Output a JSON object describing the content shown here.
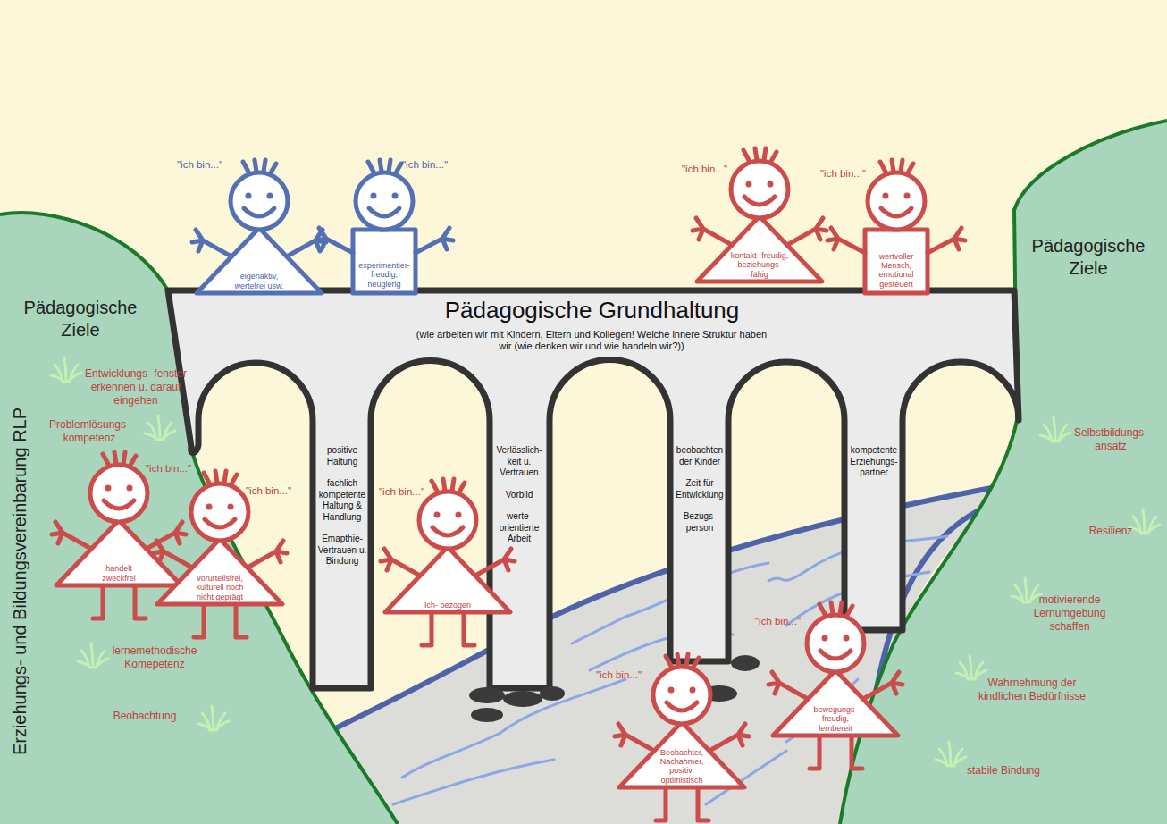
{
  "diagram": {
    "nodes": [
      {
        "text": [
          "\"ich bin...\"",
          "eigenaktiv, wertefrei usw."
        ]
      },
      {
        "text": [
          "\"ich bin...\"",
          "experimentier- freudig, neugierig"
        ]
      },
      {
        "text": [
          "\"ich bin...\"",
          "kontakt- freudig, beziehungs- fähig"
        ]
      },
      {
        "text": [
          "\"ich bin...\"",
          "wertvoller Mensch, emotional gesteuert"
        ]
      },
      {
        "text": [
          "Pädagogische Grundhaltung",
          "(wie arbeiten wir mit Kindern, Eltern und Kollegen! Welche innere Struktur haben wir (wie denken wir und wie handeln wir?))"
        ]
      },
      {
        "text": [
          "positive Haltung",
          "fachlich kompetente Haltung & Handlung",
          "Emapthie- Vertrauen u. Bindung"
        ],
        "in": 4
      },
      {
        "text": [
          "Verlässlich- keit u. Vertrauen",
          "Vorbild",
          "werte- orientierte Arbeit"
        ],
        "in": 4
      },
      {
        "text": [
          "beobachten der Kinder",
          "Zeit für Entwicklung",
          "Bezugs- person"
        ],
        "in": 4
      },
      {
        "text": [
          "kompetente Erziehungs- partner"
        ],
        "in": 4
      },
      {
        "text": [
          "\"ich bin...\"",
          "handelt zweckfrei"
        ]
      },
      {
        "text": [
          "\"ich bin...\"",
          "vorurteilsfrei, kulturell noch nicht geprägt"
        ]
      },
      {
        "text": [
          "\"ich bin...\"",
          "Ich- bezogen"
        ]
      },
      {
        "text": [
          "\"ich bin...\"",
          "Beobachter, Nachahmer, positiv, optimistisch"
        ]
      },
      {
        "text": [
          "\"ich bin...\"",
          "bewegungs- freudig, lernbereit"
        ]
      }
    ],
    "labels": [
      "Pädagogische Ziele",
      "Pädagogische Ziele",
      "Erziehungs- und Bildungsvereinbarung RLP",
      "Entwicklungs- fenster erkennen u. darauf eingehen",
      "Problemlösungs- kompetenz",
      "lernemethodische Komepetenz",
      "Beobachtung",
      "Selbstbildungs- ansatz",
      "Resilienz",
      "motivierende Lernumgebung schaffen",
      "Wahrnehmung der kindlichen Bedürfnisse",
      "stabile Bindung"
    ]
  }
}
